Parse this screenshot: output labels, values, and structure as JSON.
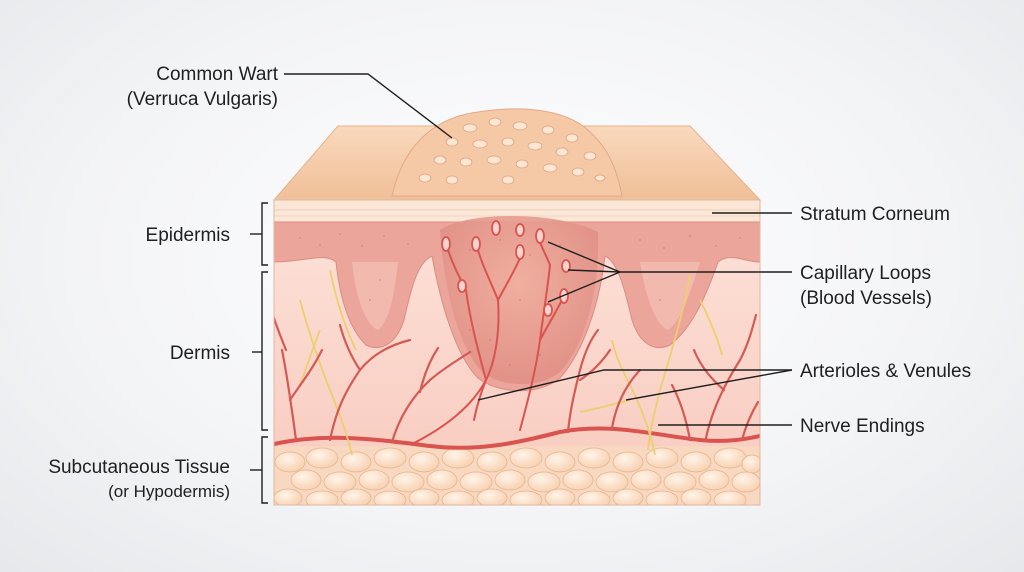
{
  "labels": {
    "wart_line1": "Common Wart",
    "wart_line2": "(Verruca Vulgaris)",
    "epidermis": "Epidermis",
    "dermis": "Dermis",
    "subcutaneous_line1": "Subcutaneous Tissue",
    "subcutaneous_line2": "(or Hypodermis)",
    "stratum": "Stratum Corneum",
    "capillary_line1": "Capillary Loops",
    "capillary_line2": "(Blood Vessels)",
    "arterioles": "Arterioles & Venules",
    "nerve": "Nerve Endings"
  },
  "colors": {
    "skin_top": "#f5c9a4",
    "stratum": "#fbe4d2",
    "epidermis": "#eda59b",
    "dermis": "#fbd9cf",
    "vessel": "#d9534f",
    "nerve": "#efd57a",
    "fat": "#fbe0c8"
  }
}
